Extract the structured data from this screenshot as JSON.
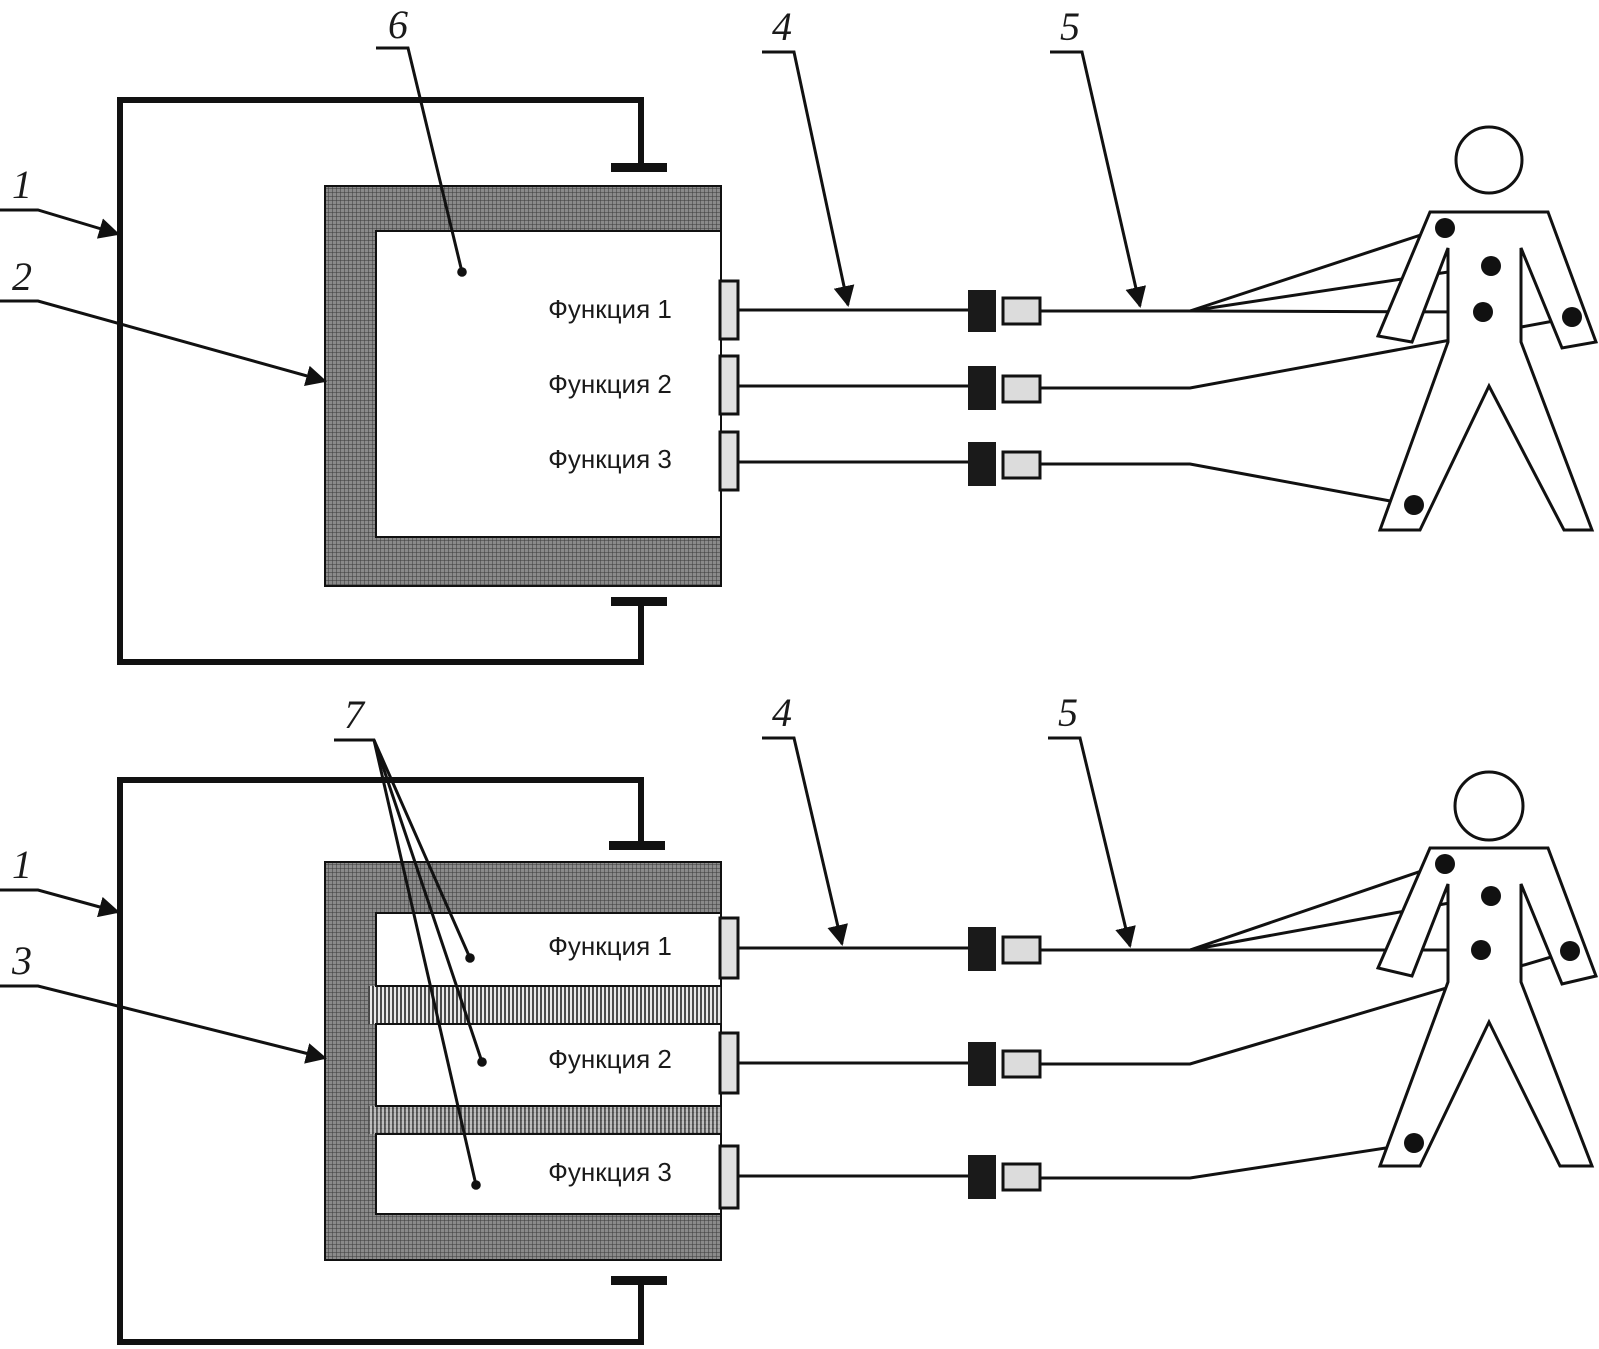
{
  "diagrams": [
    {
      "functions": [
        "Функция 1",
        "Функция 2",
        "Функция 3"
      ],
      "callouts": {
        "frame": "1",
        "shield": "2",
        "cavity": "6",
        "cable": "4",
        "leads": "5"
      }
    },
    {
      "functions": [
        "Функция 1",
        "Функция 2",
        "Функция 3"
      ],
      "callouts": {
        "frame": "1",
        "shield": "3",
        "compartments": "7",
        "cable": "4",
        "leads": "5"
      }
    }
  ]
}
